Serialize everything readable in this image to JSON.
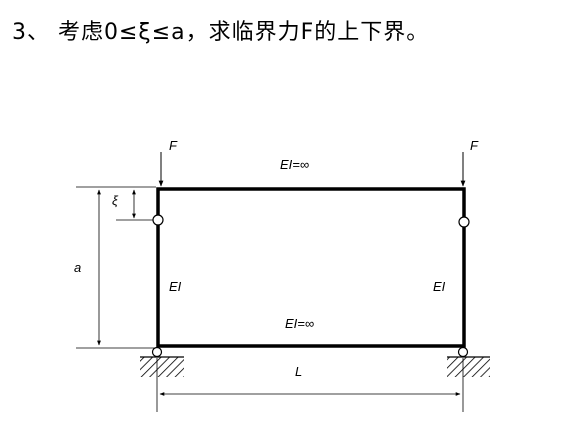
{
  "problem": {
    "title": "3、 考虑0≤ξ≤a，求临界力F的上下界。"
  },
  "diagram": {
    "load_left": "F",
    "load_right": "F",
    "beam_top": "EI=∞",
    "beam_bottom": "EI=∞",
    "col_left": "EI",
    "col_right": "EI",
    "dim_xi": "ξ",
    "dim_a": "a",
    "dim_L": "L"
  }
}
